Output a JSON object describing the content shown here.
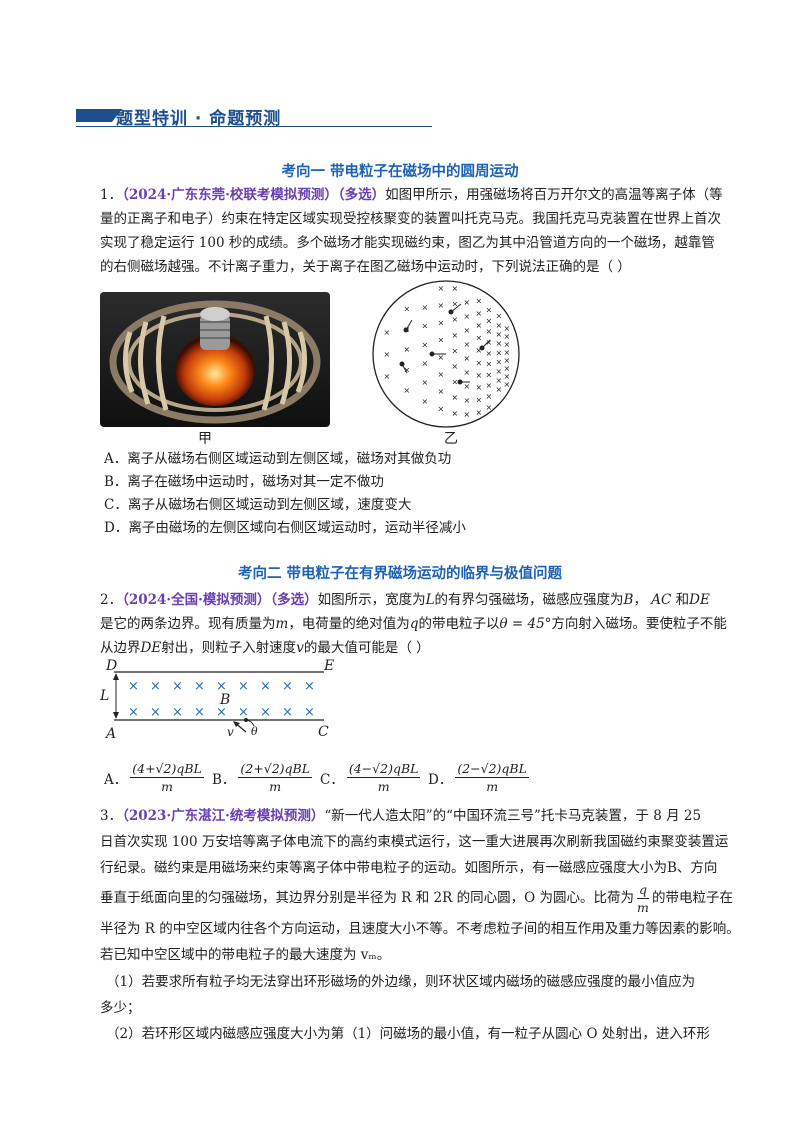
{
  "header": {
    "title": "题型特训 · 命题预测"
  },
  "sections": {
    "s1": "考向一  带电粒子在磁场中的圆周运动",
    "s2": "考向二  带电粒子在有界磁场运动的临界与极值问题"
  },
  "q1": {
    "number": "1．",
    "source": "（2024·广东东莞·校联考模拟预测）（多选）",
    "lines": [
      "如图甲所示，用强磁场将百万开尔文的高温等离子体（等",
      "量的正离子和电子）约束在特定区域实现受控核聚变的装置叫托克马克。我国托克马克装置在世界上首次",
      "实现了稳定运行  100  秒的成绩。多个磁场才能实现磁约束，图乙为其中沿管道方向的一个磁场，越靠管",
      "的右侧磁场越强。不计离子重力，关于离子在图乙磁场中运动时，下列说法正确的是（              ）"
    ],
    "caption_a": "甲",
    "caption_b": "乙",
    "options": [
      "A．离子从磁场右侧区域运动到左侧区域，磁场对其做负功",
      "B．离子在磁场中运动时，磁场对其一定不做功",
      "C．离子从磁场右侧区域运动到左侧区域，速度变大",
      "D．离子由磁场的左侧区域向右侧区域运动时，运动半径减小"
    ]
  },
  "q2": {
    "number": "2．",
    "source": "（2024·全国·模拟预测）（多选）",
    "line1a": "如图所示，宽度为",
    "L": "L",
    "line1b": "的有界匀强磁场，磁感应强度为",
    "B": "B",
    "comma": "，",
    "AC": "AC",
    "and": "和",
    "DE": "DE",
    "line2a": "是它的两条边界。现有质量为",
    "m": "m",
    "line2b": "，电荷量的绝对值为",
    "q": "q",
    "line2c": "的带电粒子以",
    "theta": "θ = 45°",
    "line2d": "方向射入磁场。要使粒子不能",
    "line3a": "从边界",
    "line3b": "射出，则粒子入射速度",
    "v": "v",
    "line3c": "的最大值可能是（        ）",
    "fig": {
      "D": "D",
      "E": "E",
      "L": "L",
      "B": "B",
      "A": "A",
      "C": "C",
      "v": "v",
      "theta": "θ"
    },
    "answers": [
      {
        "label": "A．",
        "num": "(4+√2)qBL",
        "den": "m"
      },
      {
        "label": "B．",
        "num": "(2+√2)qBL",
        "den": "m"
      },
      {
        "label": "C．",
        "num": "(4−√2)qBL",
        "den": "m"
      },
      {
        "label": "D．",
        "num": "(2−√2)qBL",
        "den": "m"
      }
    ]
  },
  "q3": {
    "number": "3．",
    "source": "（2023·广东湛江·统考模拟预测）",
    "l1": "“新一代人造太阳”的“中国环流三号”托卡马克装置，于 8 月 25",
    "l2": "日首次实现 100 万安培等离子体电流下的高约束模式运行，这一重大进展再次刷新我国磁约束聚变装置运",
    "l3": "行纪录。磁约束是用磁场来约束等离子体中带电粒子的运动。如图所示，有一磁感应强度大小为B、方向",
    "l4a": "垂直于纸面向里的匀强磁场，其边界分别是半径为 R 和 2R 的同心圆，O 为圆心。比荷为",
    "fq": "q",
    "fm": "m",
    "l4b": "的带电粒子在",
    "l5": "半径为 R 的中空区域内往各个方向运动，且速度大小不等。不考虑粒子间的相互作用及重力等因素的影响。",
    "l6": "若已知中空区域中的带电粒子的最大速度为 vₘ。",
    "p1a": "（1）若要求所有粒子均无法穿出环形磁场的外边缘，则环状区域内磁场的磁感应强度的最小值应为",
    "p1b": "多少；",
    "p2": "（2）若环形区域内磁感应强度大小为第（1）问磁场的最小值，有一粒子从圆心 O 处射出，进入环形"
  }
}
